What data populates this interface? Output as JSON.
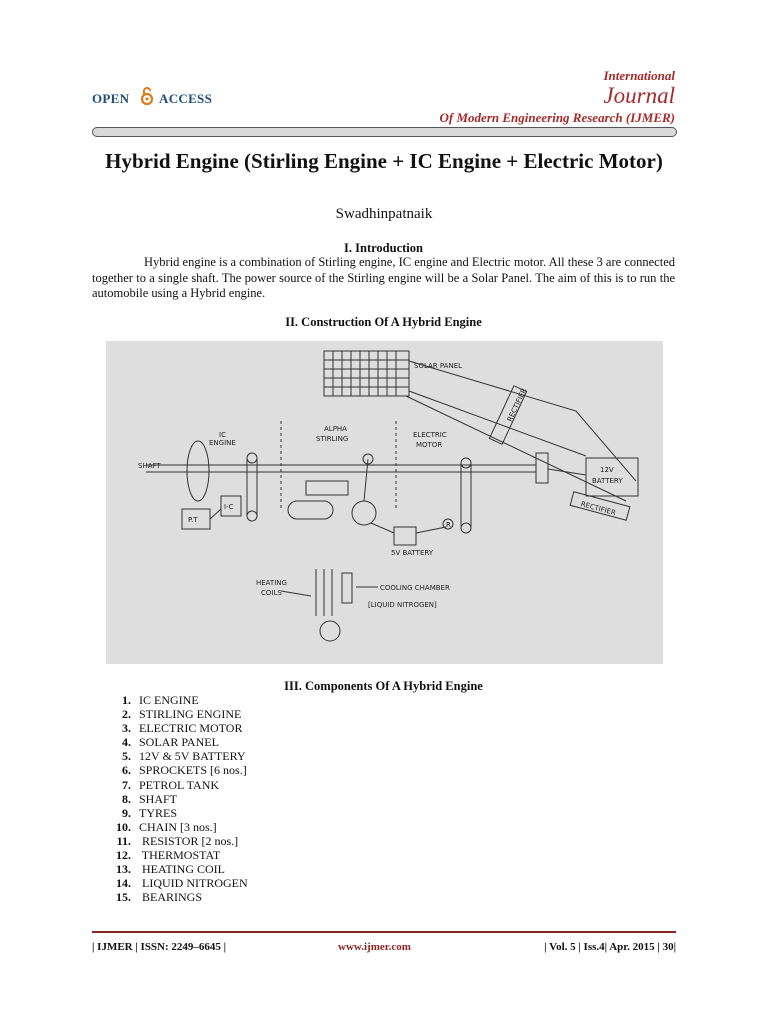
{
  "header": {
    "logo_open": "OPEN",
    "logo_access": "ACCESS",
    "journal_international": "International",
    "journal_word": "Journal",
    "journal_subtitle": "Of Modern Engineering Research (IJMER)"
  },
  "title": "Hybrid Engine (Stirling Engine + IC Engine + Electric Motor)",
  "author": "Swadhinpatnaik",
  "sections": {
    "introduction": {
      "heading": "I.   Introduction",
      "text": "Hybrid engine is a combination of Stirling engine, IC engine and Electric motor. All these 3 are connected together to a single shaft. The power source of the Stirling engine will be a Solar Panel. The aim of this is to run the automobile using a Hybrid engine."
    },
    "construction": {
      "heading": "II.   Construction Of A Hybrid Engine"
    },
    "components": {
      "heading": "III.   Components Of A Hybrid Engine",
      "items": [
        {
          "num": "1.",
          "label": "IC ENGINE"
        },
        {
          "num": "2.",
          "label": "STIRLING ENGINE"
        },
        {
          "num": "3.",
          "label": "ELECTRIC MOTOR"
        },
        {
          "num": "4.",
          "label": "SOLAR PANEL"
        },
        {
          "num": "5.",
          "label": "12V & 5V BATTERY"
        },
        {
          "num": "6.",
          "label": "SPROCKETS [6 nos.]"
        },
        {
          "num": "7.",
          "label": "PETROL TANK"
        },
        {
          "num": "8.",
          "label": "SHAFT"
        },
        {
          "num": "9.",
          "label": "TYRES"
        },
        {
          "num": "10.",
          "label": "CHAIN [3 nos.]"
        },
        {
          "num": "11.",
          "label": " RESISTOR [2 nos.]"
        },
        {
          "num": "12.",
          "label": " THERMOSTAT"
        },
        {
          "num": "13.",
          "label": " HEATING COIL"
        },
        {
          "num": "14.",
          "label": " LIQUID NITROGEN"
        },
        {
          "num": "15.",
          "label": " BEARINGS"
        }
      ]
    }
  },
  "figure_labels": {
    "solar_panel": "SOLAR PANEL",
    "rectifier_top": "RECTIFIER",
    "rectifier_bottom": "RECTIFIER",
    "ic": "IC",
    "engine": "ENGINE",
    "alpha": "ALPHA",
    "stirling": "STIRLING",
    "electric": "ELECTRIC",
    "motor": "MOTOR",
    "shaft": "SHAFT",
    "battery_12v": "12V",
    "battery_word": "BATTERY",
    "ic_box": "I-C",
    "pt_box": "P.T",
    "battery_5v": "5V BATTERY",
    "heating": "HEATING",
    "coils": "COILS",
    "cooling_chamber": "COOLING CHAMBER",
    "liquid_nitrogen": "[LIQUID NITROGEN]",
    "resistor": "R"
  },
  "footer": {
    "left": "| IJMER | ISSN: 2249–6645 |",
    "center": "www.ijmer.com",
    "right": "| Vol. 5 | Iss.4| Apr. 2015 | 30|"
  }
}
